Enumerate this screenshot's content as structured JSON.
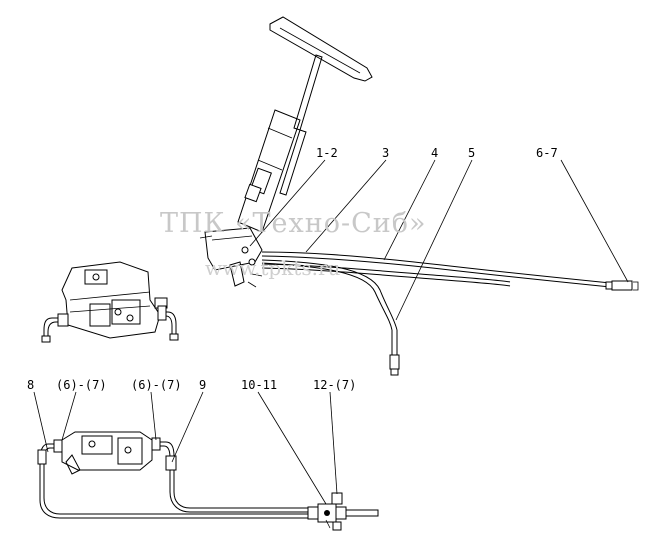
{
  "watermark": {
    "main": "ТПК «Техно-Сиб»",
    "url": "www.tpkts.ru"
  },
  "callouts": {
    "c1": "1-2",
    "c2": "3",
    "c3": "4",
    "c4": "5",
    "c5": "6-7",
    "c6": "8",
    "c7": "(6)-(7)",
    "c8": "(6)-(7)",
    "c9": "9",
    "c10": "10-11",
    "c11": "12-(7)"
  }
}
